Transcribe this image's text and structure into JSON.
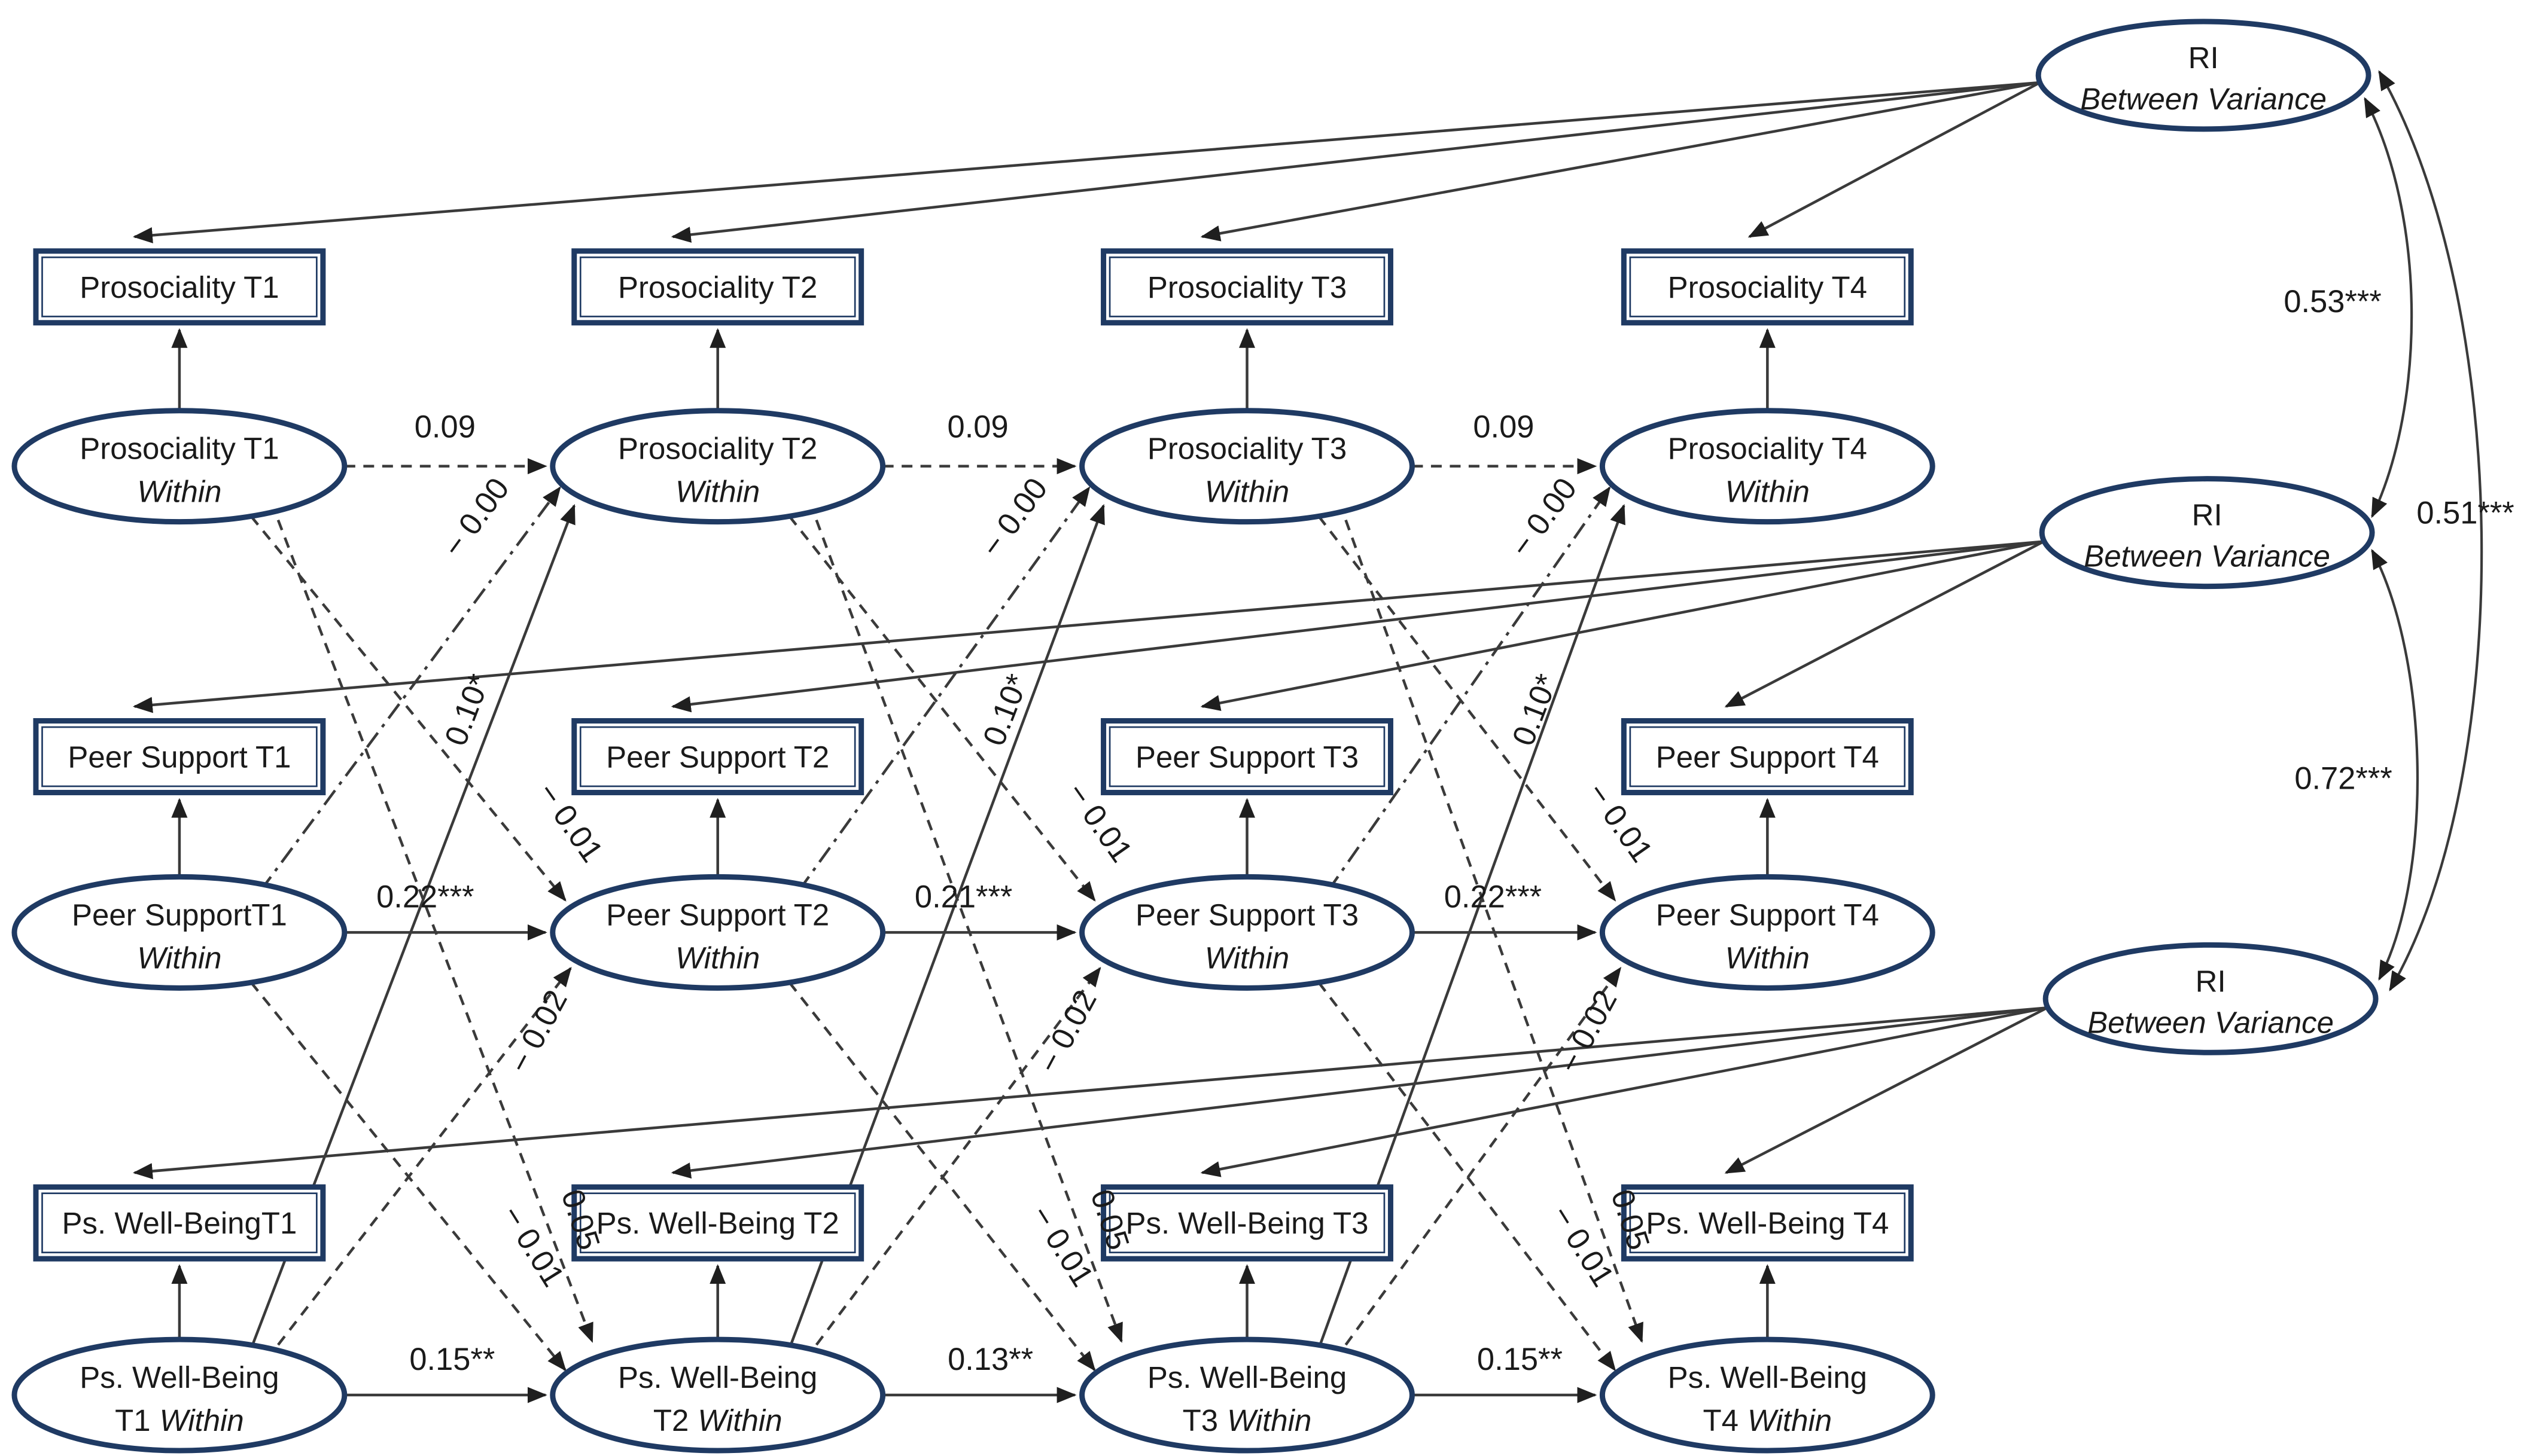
{
  "colors": {
    "node_border": "#1f3a63",
    "edge": "#3a3a3a",
    "text": "#1a1a1a"
  },
  "observed_boxes": {
    "prosociality": [
      "Prosociality T1",
      "Prosociality T2",
      "Prosociality T3",
      "Prosociality T4"
    ],
    "peer_support": [
      "Peer Support T1",
      "Peer Support T2",
      "Peer Support T3",
      "Peer Support T4"
    ],
    "well_being": [
      "Ps. Well-BeingT1",
      "Ps. Well-Being T2",
      "Ps. Well-Being T3",
      "Ps. Well-Being T4"
    ]
  },
  "within_ellipses": {
    "prosociality": [
      {
        "line1": "Prosociality T1",
        "line2": "Within"
      },
      {
        "line1": "Prosociality T2",
        "line2": "Within"
      },
      {
        "line1": "Prosociality T3",
        "line2": "Within"
      },
      {
        "line1": "Prosociality T4",
        "line2": "Within"
      }
    ],
    "peer_support": [
      {
        "line1": "Peer SupportT1",
        "line2": "Within"
      },
      {
        "line1": "Peer Support T2",
        "line2": "Within"
      },
      {
        "line1": "Peer Support T3",
        "line2": "Within"
      },
      {
        "line1": "Peer Support T4",
        "line2": "Within"
      }
    ],
    "well_being": [
      {
        "line1": "Ps. Well-Being",
        "time": "T1",
        "within": "Within"
      },
      {
        "line1": "Ps. Well-Being",
        "time": "T2",
        "within": "Within"
      },
      {
        "line1": "Ps. Well-Being",
        "time": "T3",
        "within": "Within"
      },
      {
        "line1": "Ps. Well-Being",
        "time": "T4",
        "within": "Within"
      }
    ]
  },
  "ri_ellipses": [
    {
      "line1": "RI",
      "line2": "Between Variance"
    },
    {
      "line1": "RI",
      "line2": "Between Variance"
    },
    {
      "line1": "RI",
      "line2": "Between Variance"
    }
  ],
  "coefficients": {
    "autoregressive": {
      "prosociality": [
        "0.09",
        "0.09",
        "0.09"
      ],
      "peer_support": [
        "0.22***",
        "0.21***",
        "0.22***"
      ],
      "well_being": [
        "0.15**",
        "0.13**",
        "0.15**"
      ]
    },
    "cross_lagged": {
      "peer_to_pros": [
        "− 0.00",
        "− 0.00",
        "− 0.00"
      ],
      "wb_to_pros": [
        "0.10*",
        "0.10*",
        "0.10*"
      ],
      "pros_to_peer": [
        "− 0.01",
        "− 0.01",
        "− 0.01"
      ],
      "wb_to_peer": [
        "− 0.02",
        "− 0.02",
        "− 0.02"
      ],
      "pros_to_wb": [
        "0.05",
        "0.05",
        "0.05"
      ],
      "peer_to_wb": [
        "− 0.01",
        "− 0.01",
        "− 0.01"
      ]
    },
    "ri_correlations": {
      "top_middle": "0.53***",
      "top_bottom": "0.51***",
      "middle_bottom": "0.72***"
    }
  }
}
